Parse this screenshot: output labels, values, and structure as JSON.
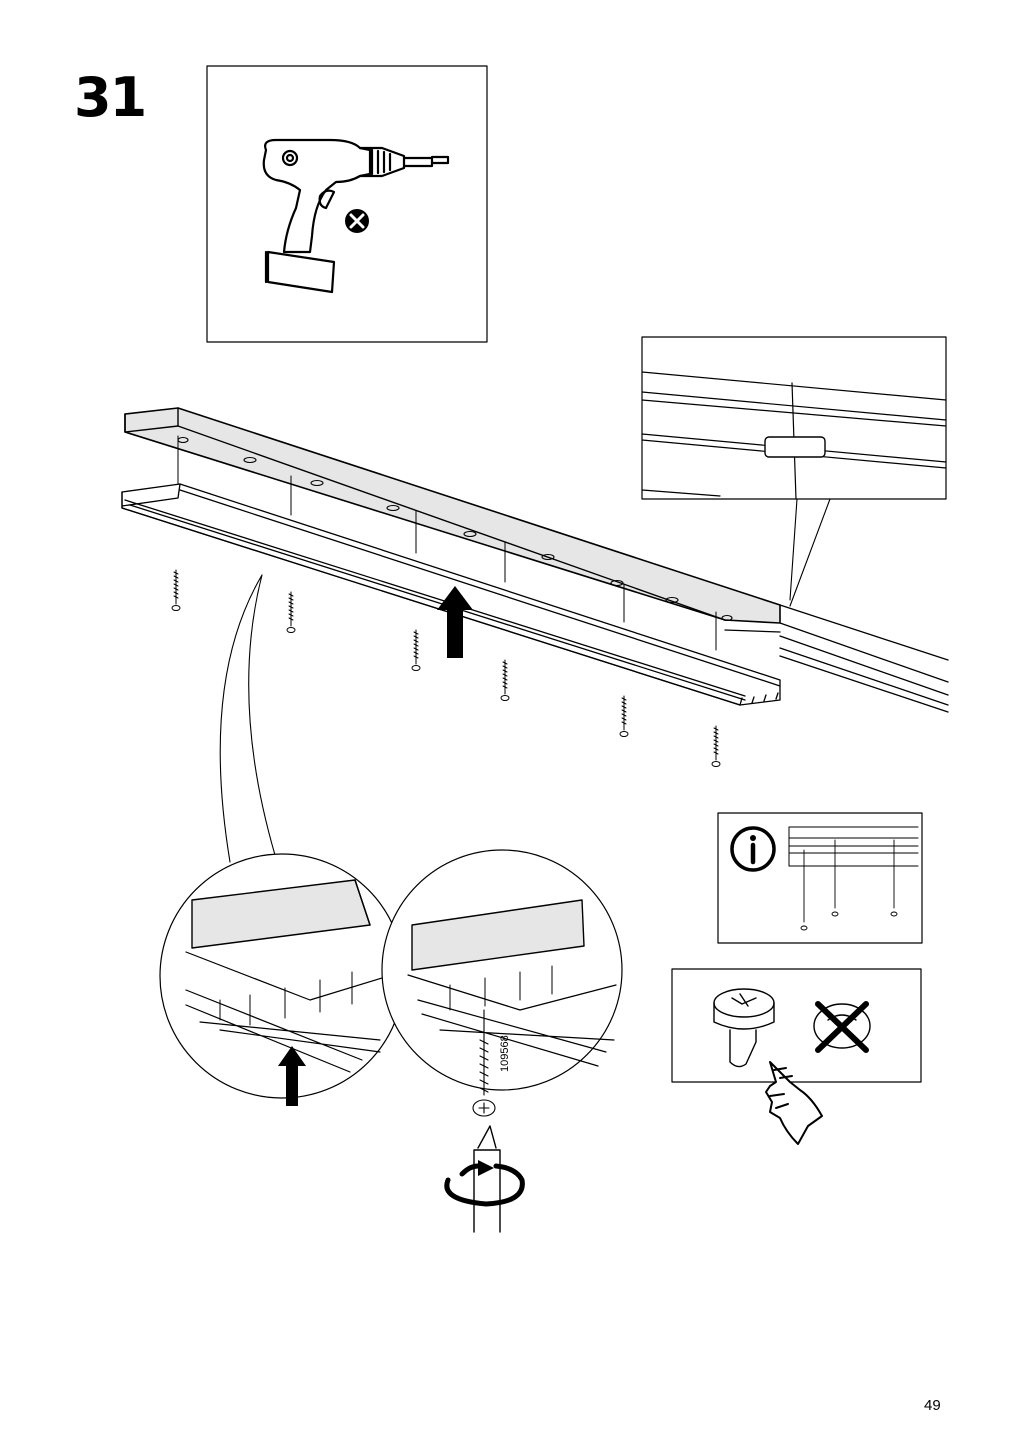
{
  "step": {
    "number": "31"
  },
  "page": {
    "number": "49"
  },
  "screw": {
    "part_number": "109568"
  },
  "icons": {
    "drill_warning": "no-power-drill-icon",
    "info": "info-icon",
    "hand": "hand-tighten-icon",
    "screwdriver": "screwdriver-rotate-icon",
    "arrow": "push-up-arrow-icon"
  },
  "colors": {
    "panel_fill": "#e6e6e6",
    "line": "#000000",
    "background": "#ffffff"
  }
}
